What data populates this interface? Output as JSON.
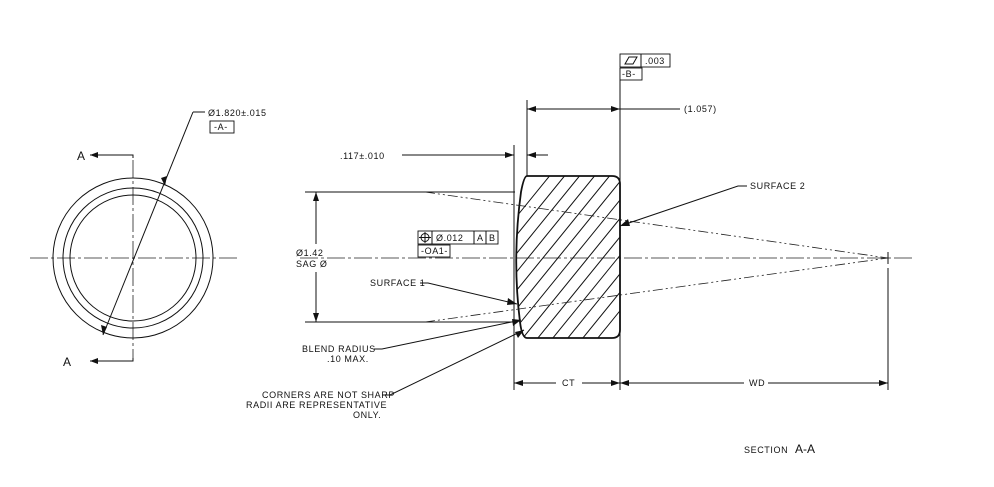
{
  "front_view": {
    "diameter_label": "Ø1.820±.015",
    "datum_a": "-A-",
    "section_mark_top": "A",
    "section_mark_bottom": "A"
  },
  "section_view": {
    "flatness_tol": ".003",
    "datum_b": "-B-",
    "overall_ref": "(1.057)",
    "edge_dim": ".117±.010",
    "surface_2": "SURFACE 2",
    "surface_1": "SURFACE 1",
    "sag_diameter_line1": "Ø1.42",
    "sag_diameter_line2": "SAG Ø",
    "position_tol": "Ø.012",
    "position_datum_1": "A",
    "position_datum_2": "B",
    "datum_oa1": "-OA1-",
    "blend_radius_line1": "BLEND  RADIUS",
    "blend_radius_line2": ".10 MAX.",
    "corners_note_line1": "CORNERS ARE NOT SHARP",
    "corners_note_line2": "RADII ARE REPRESENTATIVE",
    "corners_note_line3": "ONLY.",
    "ct_label": "CT",
    "wd_label": "WD",
    "section_caption": "SECTION",
    "section_caption_id": "A-A"
  }
}
